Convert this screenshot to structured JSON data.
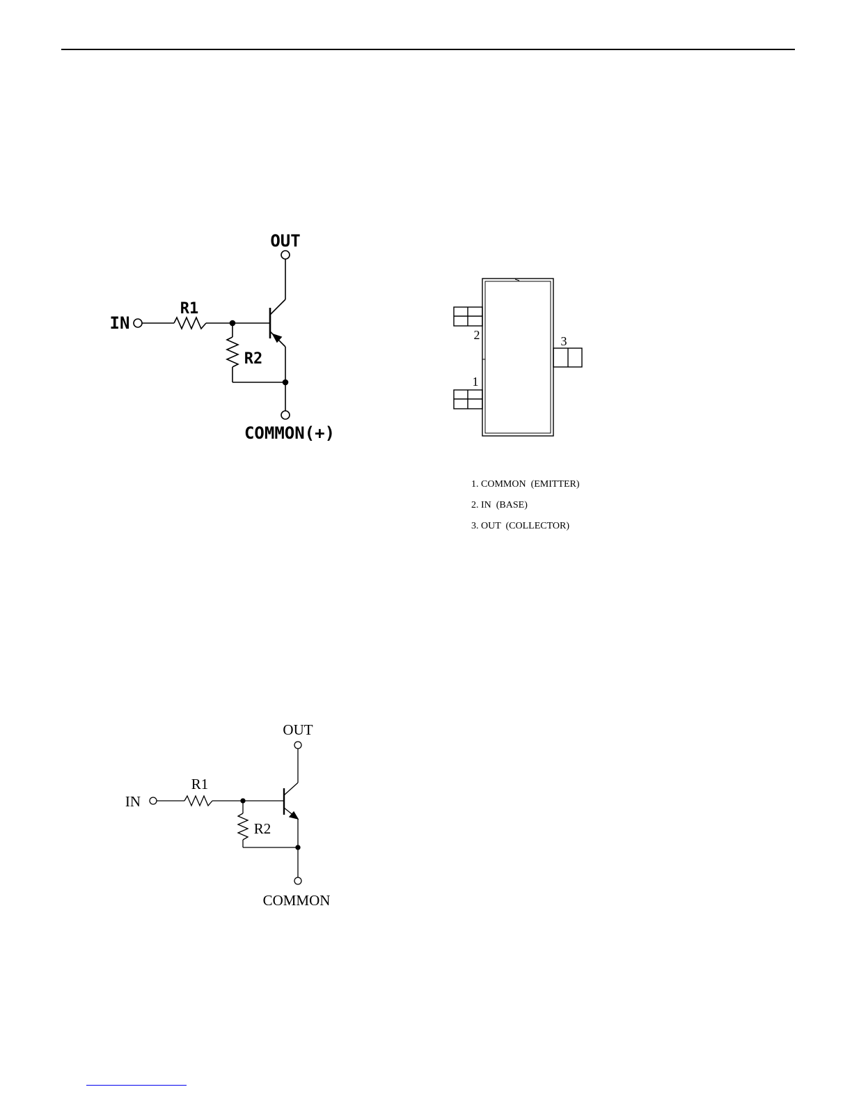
{
  "schematic_1": {
    "label_out": "OUT",
    "label_in": "IN",
    "label_r1": "R1",
    "label_r2": "R2",
    "label_common": "COMMON(+)"
  },
  "package": {
    "pin_2": "2",
    "pin_1": "1",
    "pin_3": "3",
    "legend": [
      "1. COMMON  (EMITTER)",
      "2. IN  (BASE)",
      "3. OUT  (COLLECTOR)"
    ]
  },
  "schematic_2": {
    "label_out": "OUT",
    "label_in": "IN",
    "label_r1": "R1",
    "label_r2": "R2",
    "label_common": "COMMON"
  }
}
